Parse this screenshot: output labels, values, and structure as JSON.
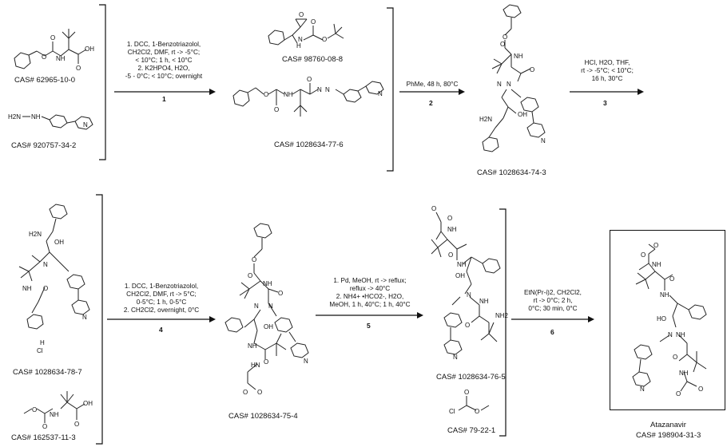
{
  "scheme": {
    "compounds": [
      {
        "cas": "CAS# 62965-10-0"
      },
      {
        "cas": "CAS#  920757-34-2"
      },
      {
        "cas": "CAS# 98760-08-8"
      },
      {
        "cas": "CAS# 1028634-77-6"
      },
      {
        "cas": "CAS# 1028634-74-3"
      },
      {
        "cas": "CAS# 1028634-78-7"
      },
      {
        "cas": "CAS# 162537-11-3"
      },
      {
        "cas": "CAS# 1028634-75-4"
      },
      {
        "cas": "CAS# 1028634-76-5"
      },
      {
        "cas": "CAS# 79-22-1"
      }
    ],
    "final_product": {
      "name": "Atazanavir",
      "cas": "CAS# 198904-31-3"
    },
    "steps": [
      {
        "number": "1",
        "conditions": [
          "1. DCC, 1-Benzotriazolol,",
          "CH2Cl2, DMF, rt -> -5°C;",
          "< 10°C; 1 h, < 10°C",
          "2. K2HPO4, H2O,",
          "-5 - 0°C; < 10°C; overnight"
        ]
      },
      {
        "number": "2",
        "conditions": [
          "PhMe, 48 h, 80°C"
        ]
      },
      {
        "number": "3",
        "conditions": [
          "HCl, H2O, THF,",
          "rt -> -5°C; < 10°C;",
          "16 h, 30°C"
        ]
      },
      {
        "number": "4",
        "conditions": [
          "1. DCC, 1-Benzotriazolol,",
          "CH2Cl2, DMF, rt -> 5°C;",
          "0-5°C; 1 h, 0-5°C",
          "2. CH2Cl2, overnight, 0°C"
        ]
      },
      {
        "number": "5",
        "conditions": [
          "1. Pd, MeOH, rt -> reflux;",
          "reflux -> 40°C",
          "2. NH4+ •HCO2-, H2O,",
          "MeOH, 1 h, 40°C; 1 h, 40°C"
        ]
      },
      {
        "number": "6",
        "conditions": [
          "EtN(Pr-i)2, CH2Cl2,",
          "rt -> 0°C; 2 h,",
          "0°C; 30 min, 0°C"
        ]
      }
    ],
    "atom_labels": {
      "o": "O",
      "oh": "OH",
      "nh": "NH",
      "n": "N",
      "h": "H",
      "nh2": "NH2",
      "h2n": "H2N",
      "cl": "Cl",
      "hn": "HN"
    }
  }
}
